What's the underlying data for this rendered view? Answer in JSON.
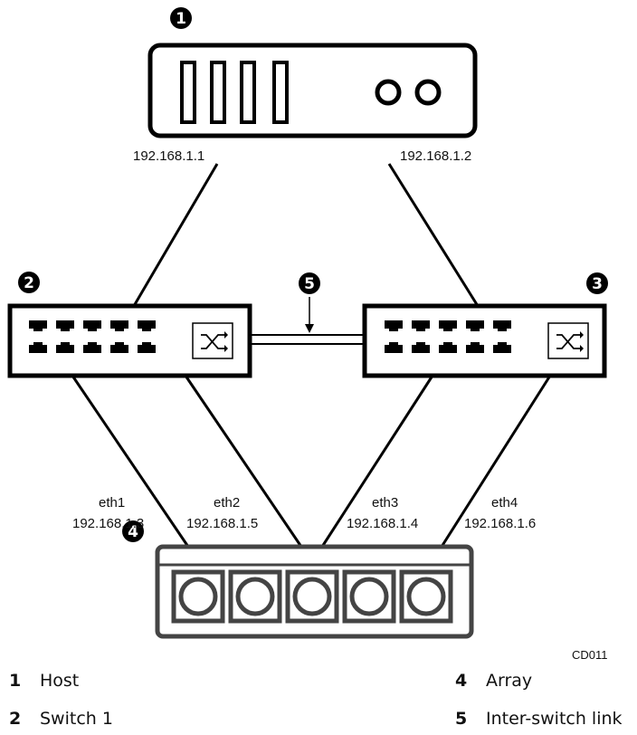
{
  "callouts": {
    "host": "1",
    "switch1": "2",
    "switch2": "3",
    "array": "4",
    "isl": "5"
  },
  "host_ports": {
    "left_ip": "192.168.1.1",
    "right_ip": "192.168.1.2"
  },
  "array_ports": [
    {
      "name": "eth1",
      "ip": "192.168.1.3"
    },
    {
      "name": "eth2",
      "ip": "192.168.1.5"
    },
    {
      "name": "eth3",
      "ip": "192.168.1.4"
    },
    {
      "name": "eth4",
      "ip": "192.168.1.6"
    }
  ],
  "figure_code": "CD011",
  "legend": [
    {
      "num": "1",
      "label": "Host"
    },
    {
      "num": "2",
      "label": "Switch 1"
    },
    {
      "num": "4",
      "label": "Array"
    },
    {
      "num": "5",
      "label": "Inter-switch link"
    }
  ]
}
